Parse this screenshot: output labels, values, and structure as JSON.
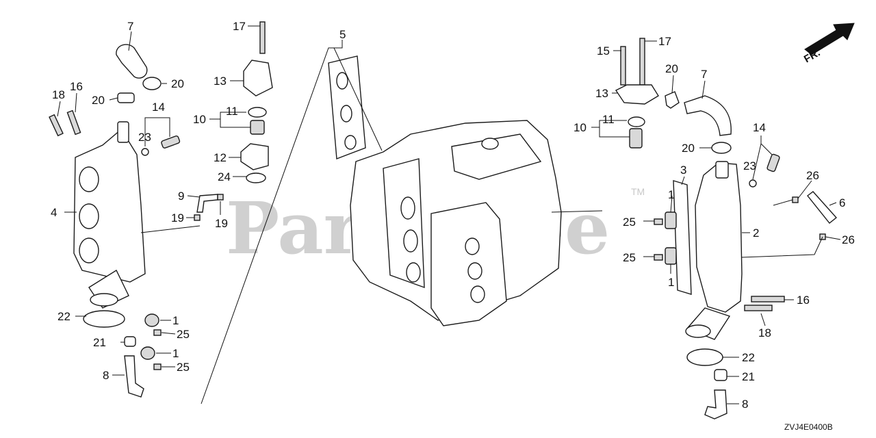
{
  "watermark": {
    "brand": "PartsTree",
    "trademark": "TM"
  },
  "diagram_code": "ZVJ4E0400B",
  "front_indicator": "FR.",
  "callouts": {
    "c1": "1",
    "c2": "2",
    "c3": "3",
    "c4": "4",
    "c5": "5",
    "c6": "6",
    "c7": "7",
    "c8": "8",
    "c9": "9",
    "c10": "10",
    "c11": "11",
    "c12": "12",
    "c13": "13",
    "c14": "14",
    "c15": "15",
    "c16": "16",
    "c17": "17",
    "c18": "18",
    "c19": "19",
    "c20": "20",
    "c21": "21",
    "c22": "22",
    "c23": "23",
    "c24": "24",
    "c25": "25",
    "c26": "26"
  }
}
